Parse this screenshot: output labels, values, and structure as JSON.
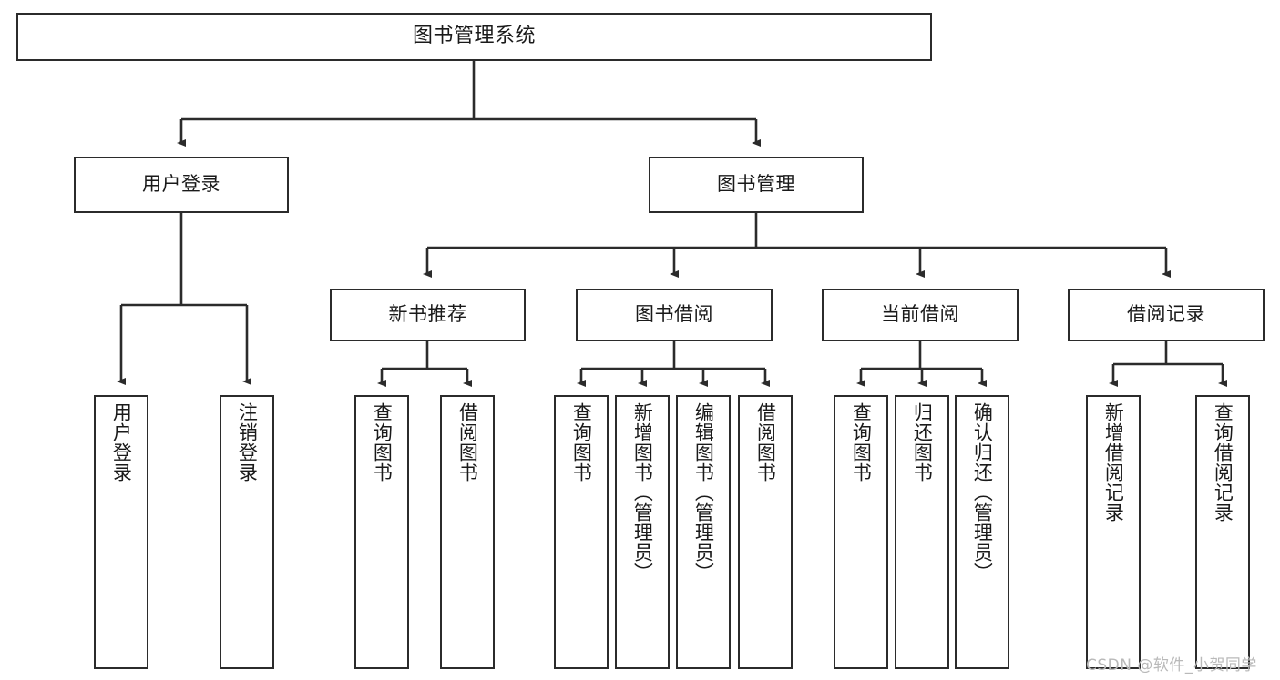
{
  "diagram": {
    "type": "tree-hierarchy",
    "title": "图书管理系统",
    "orientation": "top-down",
    "colors": {
      "node_border": "#2b2b2b",
      "node_fill": "#ffffff",
      "edge": "#2b2b2b",
      "text": "#1a1a1a",
      "watermark": "#b9b9b9",
      "background": "#ffffff"
    },
    "root": {
      "label": "图书管理系统"
    },
    "level2": [
      {
        "id": "user-login",
        "label": "用户登录"
      },
      {
        "id": "book-manage",
        "label": "图书管理"
      }
    ],
    "level3": [
      {
        "id": "new-book-recommend",
        "label": "新书推荐"
      },
      {
        "id": "book-borrow",
        "label": "图书借阅"
      },
      {
        "id": "current-borrow",
        "label": "当前借阅"
      },
      {
        "id": "borrow-record",
        "label": "借阅记录"
      }
    ],
    "leaves": {
      "user_login": [
        {
          "id": "leaf-user-login",
          "label": "用户登录"
        },
        {
          "id": "leaf-logout-login",
          "label": "注销登录"
        }
      ],
      "new_book_recommend": [
        {
          "id": "leaf-query-book-1",
          "label": "查询图书"
        },
        {
          "id": "leaf-borrow-book-1",
          "label": "借阅图书"
        }
      ],
      "book_borrow": [
        {
          "id": "leaf-query-book-2",
          "label": "查询图书"
        },
        {
          "id": "leaf-add-book",
          "label": "新增图书（管理员）"
        },
        {
          "id": "leaf-edit-book",
          "label": "编辑图书（管理员）"
        },
        {
          "id": "leaf-borrow-book-2",
          "label": "借阅图书"
        }
      ],
      "current_borrow": [
        {
          "id": "leaf-query-book-3",
          "label": "查询图书"
        },
        {
          "id": "leaf-return-book",
          "label": "归还图书"
        },
        {
          "id": "leaf-confirm-return",
          "label": "确认归还（管理员）"
        }
      ],
      "borrow_record": [
        {
          "id": "leaf-add-record",
          "label": "新增借阅记录"
        },
        {
          "id": "leaf-query-record",
          "label": "查询借阅记录"
        }
      ]
    }
  },
  "watermark": {
    "text": "CSDN @软件_小贺同学"
  }
}
